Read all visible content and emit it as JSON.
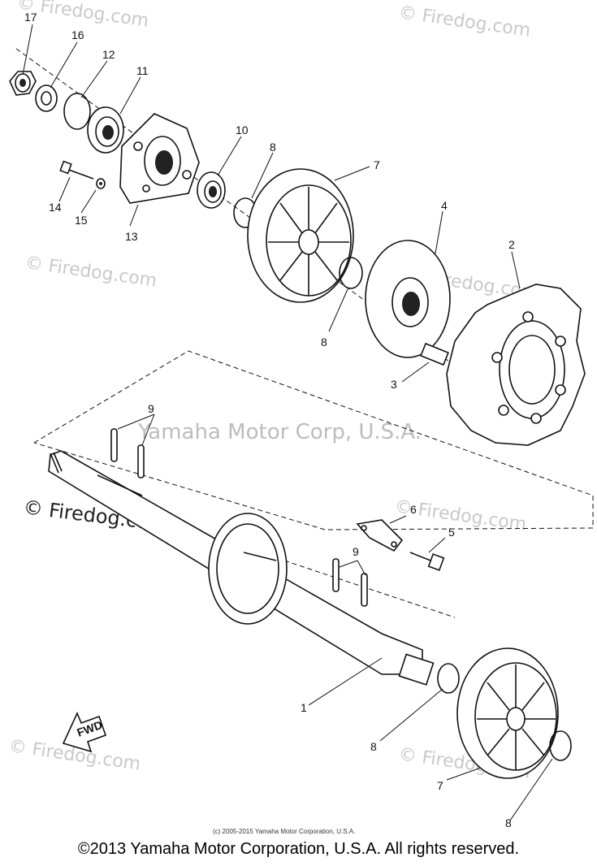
{
  "diagram": {
    "part_numbers": {
      "p1": "1",
      "p2": "2",
      "p3": "3",
      "p4": "4",
      "p5": "5",
      "p6": "6",
      "p7a": "7",
      "p7b": "7",
      "p8a": "8",
      "p8b": "8",
      "p8c": "8",
      "p8d": "8",
      "p9a": "9",
      "p9b": "9",
      "p10": "10",
      "p11": "11",
      "p12": "12",
      "p13": "13",
      "p14": "14",
      "p15": "15",
      "p16": "16",
      "p17": "17"
    },
    "fwd_label": "FWD"
  },
  "watermarks": {
    "firedog": "© Firedog.com",
    "center": "Yamaha Motor Corp, U.S.A."
  },
  "copyright": {
    "small": "(c) 2005-2015 Yamaha Motor Corporation, U.S.A.",
    "footer": "©2013 Yamaha Motor Corporation, U.S.A. All rights reserved."
  }
}
